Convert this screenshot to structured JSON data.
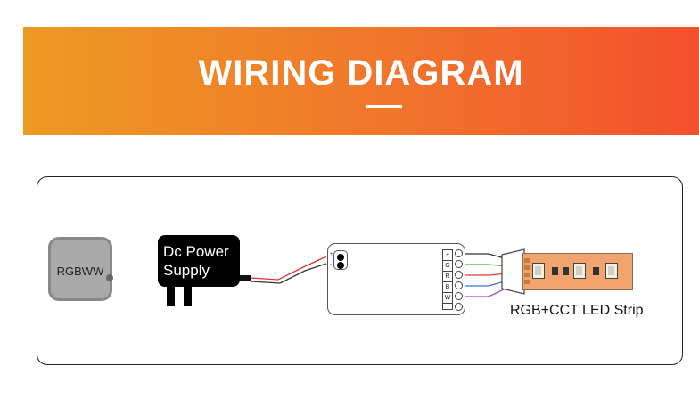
{
  "banner": {
    "title": "WIRING DIAGRAM"
  },
  "remote": {
    "label": "RGBWW"
  },
  "power_supply": {
    "label_line1": "Dc Power",
    "label_line2": "Supply"
  },
  "controller": {
    "jack_labels": [
      "+",
      "-"
    ],
    "terminal_labels": [
      "+",
      "G",
      "R",
      "B",
      "W"
    ]
  },
  "led_strip": {
    "caption": "RGB+CCT LED Strip"
  },
  "colors": {
    "banner_start": "#ec9a22",
    "banner_end": "#f2502c",
    "wire_green": "#3cbf3c",
    "wire_red": "#e03a3a",
    "wire_blue": "#3a6ee0",
    "wire_purple": "#9b4ad6",
    "wire_black": "#333333"
  }
}
